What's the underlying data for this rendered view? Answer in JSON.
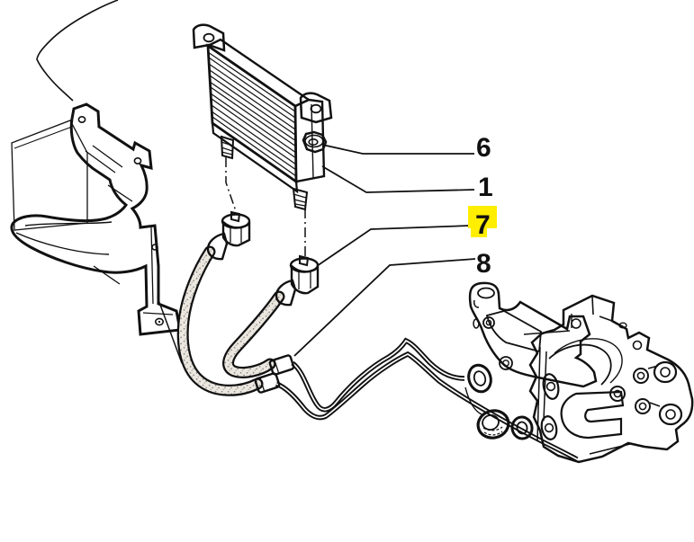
{
  "diagram": {
    "type": "exploded-parts-diagram",
    "background_color": "#ffffff",
    "line_color": "#111111",
    "highlight_color": "#ffee00",
    "callouts": [
      {
        "label": "6",
        "highlighted": false
      },
      {
        "label": "1",
        "highlighted": false
      },
      {
        "label": "7",
        "highlighted": true
      },
      {
        "label": "8",
        "highlighted": false
      }
    ]
  }
}
